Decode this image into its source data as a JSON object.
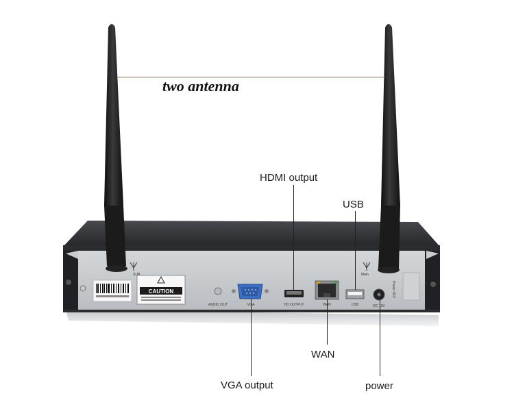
{
  "title": "two antenna",
  "callouts": {
    "hdmi": "HDMI output",
    "usb": "USB",
    "wan": "WAN",
    "vga": "VGA output",
    "power": "power"
  },
  "panel": {
    "caution": "CAUTION",
    "audio_out": "AUDIO OUT",
    "vga": "VGA",
    "hd_output": "HD OUTPUT",
    "wan": "WAN",
    "usb": "USB",
    "dc": "DC 12V",
    "ant_sub": "SUB",
    "ant_main": "Main",
    "power_off": "Power OFF"
  },
  "colors": {
    "body_dark": "#2b2d30",
    "panel_silver": "#c9ccd0",
    "antenna": "#1c1c1c",
    "vga_port": "#3b6fc4"
  }
}
